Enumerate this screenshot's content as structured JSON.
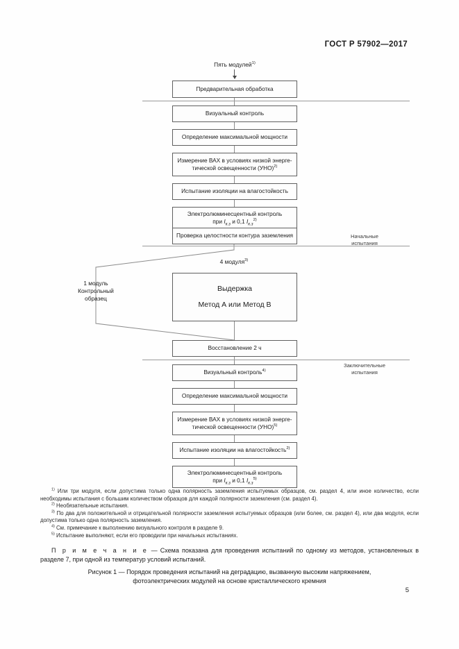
{
  "document": {
    "header": "ГОСТ Р 57902—2017",
    "page_number": "5"
  },
  "figure": {
    "top_label": "Пять модулей",
    "top_label_sup": "1)",
    "phase_initial": {
      "line1": "Начальные",
      "line2": "испытания"
    },
    "phase_final": {
      "line1": "Заключительные",
      "line2": "испытания"
    },
    "branch_right_label": "4  модуля",
    "branch_right_sup": "3)",
    "branch_left": {
      "line1": "1 модуль",
      "line2": "Контрольный",
      "line3": "образец"
    },
    "nodes": {
      "pretreatment": "Предварительная обработка",
      "visual_1": "Визуальный контроль",
      "maxpower_1": "Определение максимальной мощности",
      "iv_1_line1": "Измерение ВАХ в условиях низкой энерге-",
      "iv_1_line2": "тической освещенности (УНО)",
      "iv_1_sup": "2)",
      "wet_leakage_1": "Испытание  изоляции на влагостойкость",
      "el_1_line1": "Электролюминесцентный контроль",
      "el_1_line2_pre": "при ",
      "el_1_symbol": "I",
      "el_1_subscript": "к.з",
      "el_1_line2_mid": " и 0,1 ",
      "el_1_sup": "2)",
      "ground_continuity": "Проверка целостности контура заземления",
      "soak_title": "Выдержка",
      "soak_methods": "Метод А или Метод В",
      "recovery": "Восстановление 2 ч",
      "visual_2": "Визуальный контроль",
      "visual_2_sup": "4)",
      "maxpower_2": "Определение максимальной мощности",
      "iv_2_line1": "Измерение ВАХ в условиях низкой энерге-",
      "iv_2_line2": "тической освещенности (УНО)",
      "iv_2_sup": "5)",
      "wet_leakage_2": "Испытание изоляции на влагостойкость",
      "wet_leakage_2_sup": "2)",
      "el_2_line1": "Электролюминесцентный контроль",
      "el_2_sup": "5)"
    }
  },
  "footnotes": [
    {
      "marker": "1)",
      "text": "Или три модуля, если допустима только одна полярность заземления испытуемых образцов, см. раздел 4, или иное количество, если необходимы испытания с большим количеством образцов для каждой полярности заземления (см. раздел 4)."
    },
    {
      "marker": "2)",
      "text": "Необязательные испытания."
    },
    {
      "marker": "3)",
      "text": "По два для положительной и отрицательной полярности заземления испытуемых образцов (или более, см. раздел 4), или два модуля, если допустима только одна полярность заземления."
    },
    {
      "marker": "4)",
      "text": "См. примечание к выполнению визуального контроля в разделе 9."
    },
    {
      "marker": "5)",
      "text": "Испытание выполняют, если его проводили при начальных испытаниях."
    }
  ],
  "note": {
    "label": "П р и м е ч а н и е",
    "dash": " — ",
    "text": "Схема показана для проведения испытаний по одному из методов, установленных в разделе 7, при одной из температур условий испытаний."
  },
  "caption": {
    "line1": "Рисунок 1 — Порядок проведения испытаний на деградацию, вызванную высоким напряжением,",
    "line2": "фотоэлектрических модулей на основе кристаллического кремния"
  },
  "colors": {
    "text": "#1b1b1b",
    "box_border": "#5f5f5f",
    "connector": "#8c8c8c",
    "divider": "#9a9a9a"
  }
}
